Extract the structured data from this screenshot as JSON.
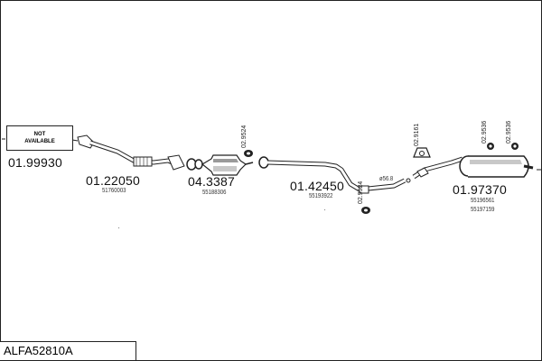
{
  "diagram": {
    "title": "ALFA52810A",
    "not_available": {
      "line1": "NOT",
      "line2": "AVAILABLE"
    },
    "part_numbers": [
      "01.99930",
      "01.22050",
      "04.3387",
      "01.42450",
      "01.97370"
    ],
    "oem_numbers": [
      "51760003",
      "55188306",
      "55193922",
      "55196561",
      "55197159"
    ],
    "small_codes": [
      "02.9524",
      "02.9524",
      "02.9161",
      "02.9536",
      "02.9536"
    ],
    "dimension_label": "ø56.8",
    "colors": {
      "line": "#222222",
      "fill": "#ffffff",
      "shade": "#9a9a9a"
    }
  }
}
